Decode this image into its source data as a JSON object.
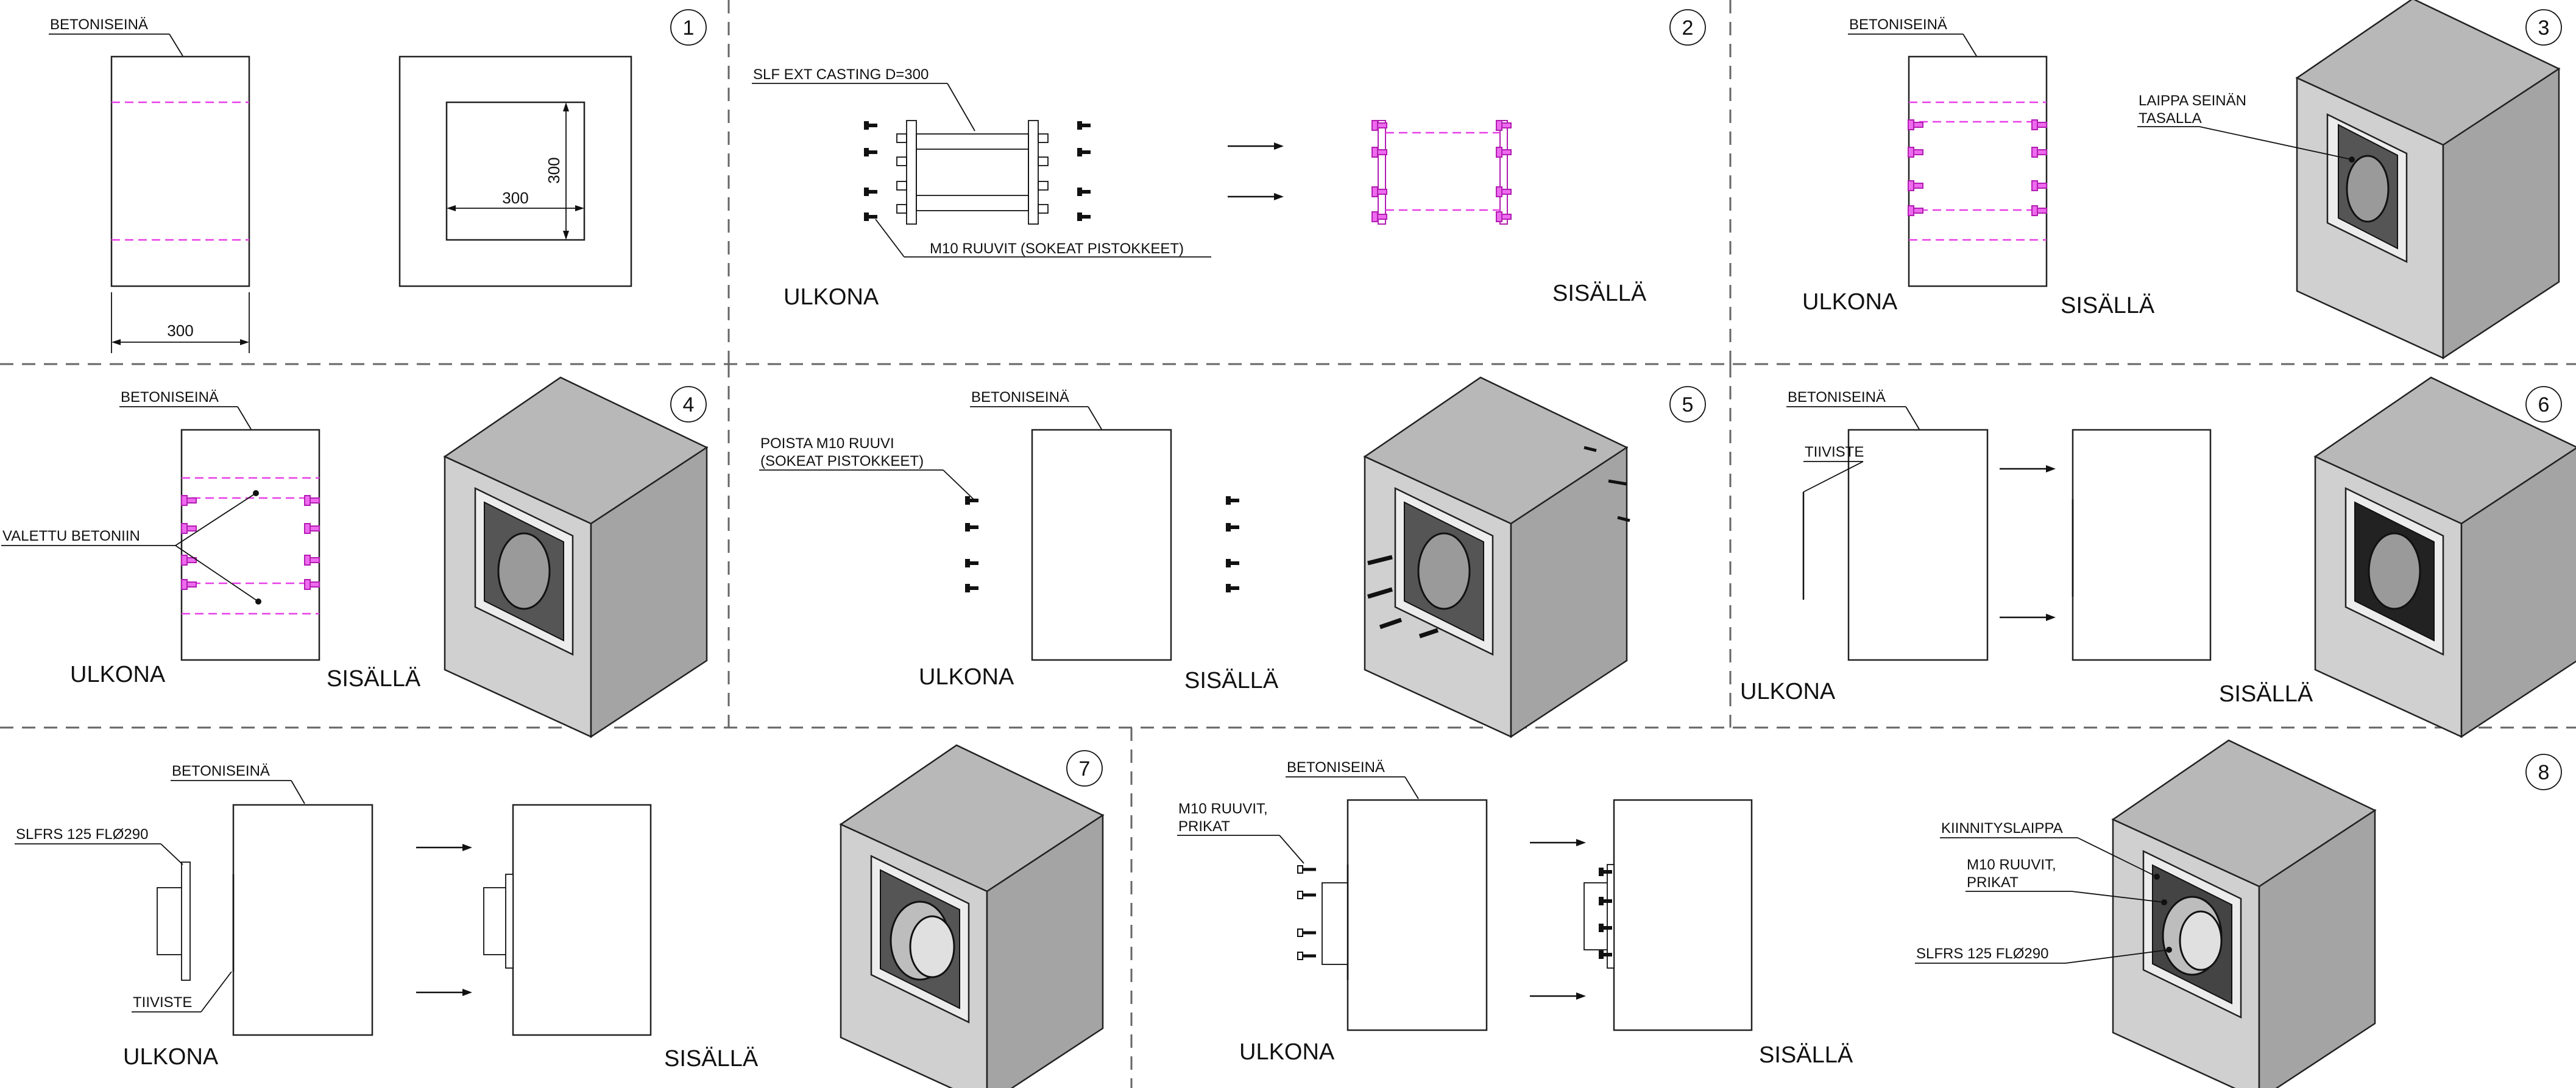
{
  "steps": [
    {
      "number": "1",
      "labels": {
        "wall": "BETONISEINÄ",
        "dim_width": "300",
        "dim_opening_w": "300",
        "dim_opening_h": "300"
      }
    },
    {
      "number": "2",
      "labels": {
        "casting": "SLF EXT CASTING D=300",
        "screws": "M10 RUUVIT (SOKEAT PISTOKKEET)",
        "outside": "ULKONA",
        "inside": "SISÄLLÄ"
      }
    },
    {
      "number": "3",
      "labels": {
        "wall": "BETONISEINÄ",
        "flange1": "LAIPPA SEINÄN",
        "flange2": "TASALLA",
        "outside": "ULKONA",
        "inside": "SISÄLLÄ"
      }
    },
    {
      "number": "4",
      "labels": {
        "wall": "BETONISEINÄ",
        "cast": "VALETTU BETONIIN",
        "outside": "ULKONA",
        "inside": "SISÄLLÄ"
      }
    },
    {
      "number": "5",
      "labels": {
        "wall": "BETONISEINÄ",
        "remove1": "POISTA M10 RUUVI",
        "remove2": "(SOKEAT PISTOKKEET)",
        "outside": "ULKONA",
        "inside": "SISÄLLÄ"
      }
    },
    {
      "number": "6",
      "labels": {
        "wall": "BETONISEINÄ",
        "seal": "TIIVISTE",
        "outside": "ULKONA",
        "inside": "SISÄLLÄ"
      }
    },
    {
      "number": "7",
      "labels": {
        "wall": "BETONISEINÄ",
        "product": "SLFRS 125 FLØ290",
        "seal": "TIIVISTE",
        "outside": "ULKONA",
        "inside": "SISÄLLÄ"
      }
    },
    {
      "number": "8",
      "labels": {
        "wall": "BETONISEINÄ",
        "screws1": "M10 RUUVIT,",
        "screws2": "PRIKAT",
        "mount": "KIINNITYSLAIPPA",
        "screws3": "M10 RUUVIT,",
        "screws4": "PRIKAT",
        "product": "SLFRS 125 FLØ290",
        "outside": "ULKONA",
        "inside": "SISÄLLÄ"
      }
    }
  ],
  "colors": {
    "accent": "#e83ee8",
    "concrete": "#b8b8b8",
    "line": "#111111"
  }
}
